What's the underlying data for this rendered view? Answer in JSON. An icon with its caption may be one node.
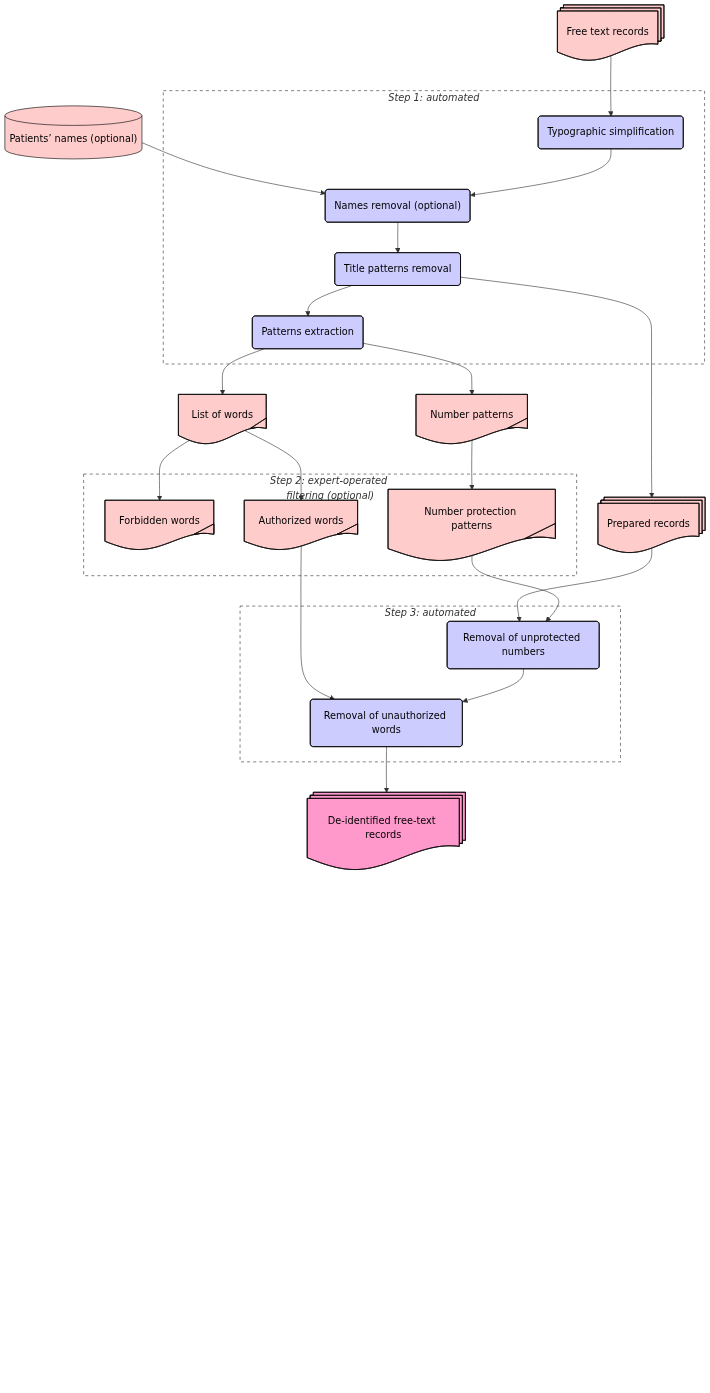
{
  "diagram": {
    "nodes": [
      {
        "text": [
          "Free text records"
        ]
      },
      {
        "text": [
          "Patients’ names (optional)"
        ]
      },
      {
        "text": [
          "Step 1: automated"
        ]
      },
      {
        "text": [
          "Typographic simplification"
        ],
        "in": 2
      },
      {
        "text": [
          "Names removal (optional)"
        ],
        "in": 2
      },
      {
        "text": [
          "Title patterns removal"
        ],
        "in": 2
      },
      {
        "text": [
          "Patterns extraction"
        ],
        "in": 2
      },
      {
        "text": [
          "Prepared records"
        ]
      },
      {
        "text": [
          "Number patterns"
        ]
      },
      {
        "text": [
          "List of words"
        ]
      },
      {
        "text": [
          "Step 2: expert-operated filtering (optional)"
        ]
      },
      {
        "text": [
          "Forbidden words"
        ],
        "in": 10
      },
      {
        "text": [
          "Number protection patterns"
        ],
        "in": 10
      },
      {
        "text": [
          "Authorized words"
        ],
        "in": 10
      },
      {
        "text": [
          "Step 3: automated"
        ]
      },
      {
        "text": [
          "Removal of unprotected numbers"
        ],
        "in": 14
      },
      {
        "text": [
          "Removal of unauthorized words"
        ],
        "in": 14
      },
      {
        "text": [
          "De-identified free-text records"
        ]
      }
    ],
    "edges": [
      {
        "from": 0,
        "to": 3,
        "arrow": "to"
      },
      {
        "from": 1,
        "to": 4,
        "arrow": "to"
      },
      {
        "from": 3,
        "to": 4,
        "arrow": "to"
      },
      {
        "from": 4,
        "to": 5,
        "arrow": "to"
      },
      {
        "from": 5,
        "to": 6,
        "arrow": "to"
      },
      {
        "from": 5,
        "to": 7,
        "arrow": "to"
      },
      {
        "from": 6,
        "to": 8,
        "arrow": "to"
      },
      {
        "from": 6,
        "to": 9,
        "arrow": "to"
      },
      {
        "from": 9,
        "to": 11,
        "arrow": "to"
      },
      {
        "from": 9,
        "to": 13,
        "arrow": "to"
      },
      {
        "from": 8,
        "to": 12,
        "arrow": "to"
      },
      {
        "from": 7,
        "to": 15,
        "arrow": "to"
      },
      {
        "from": 12,
        "to": 15,
        "arrow": "to"
      },
      {
        "from": 13,
        "to": 16,
        "arrow": "to"
      },
      {
        "from": 15,
        "to": 16,
        "arrow": "to"
      },
      {
        "from": 16,
        "to": 17,
        "arrow": "to"
      }
    ]
  }
}
